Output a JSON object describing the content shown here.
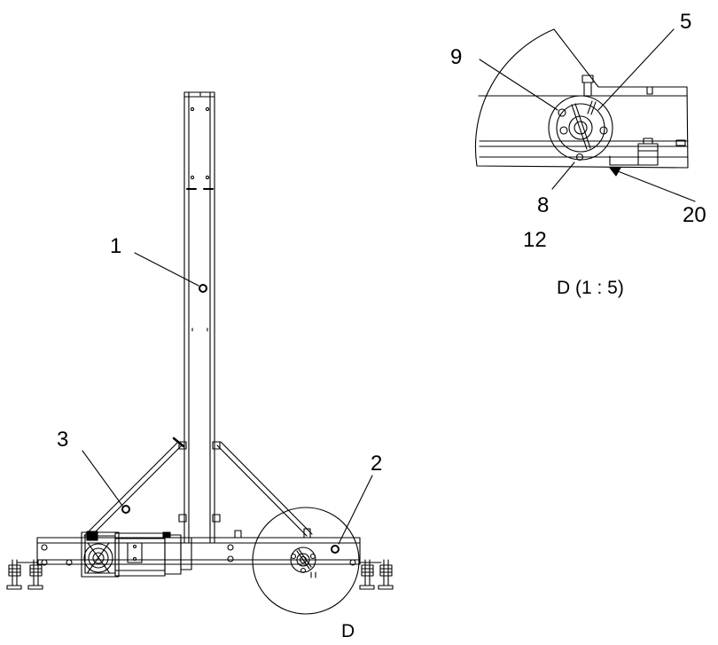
{
  "drawing": {
    "line_color": "#000000",
    "background": "#ffffff"
  },
  "main_view": {
    "callouts": {
      "c1": "1",
      "c2": "2",
      "c3": "3"
    },
    "detail_marker": "D"
  },
  "detail_view": {
    "callouts": {
      "c5": "5",
      "c8": "8",
      "c9": "9",
      "c12": "12",
      "c20": "20"
    },
    "caption": "D (1 : 5)"
  }
}
